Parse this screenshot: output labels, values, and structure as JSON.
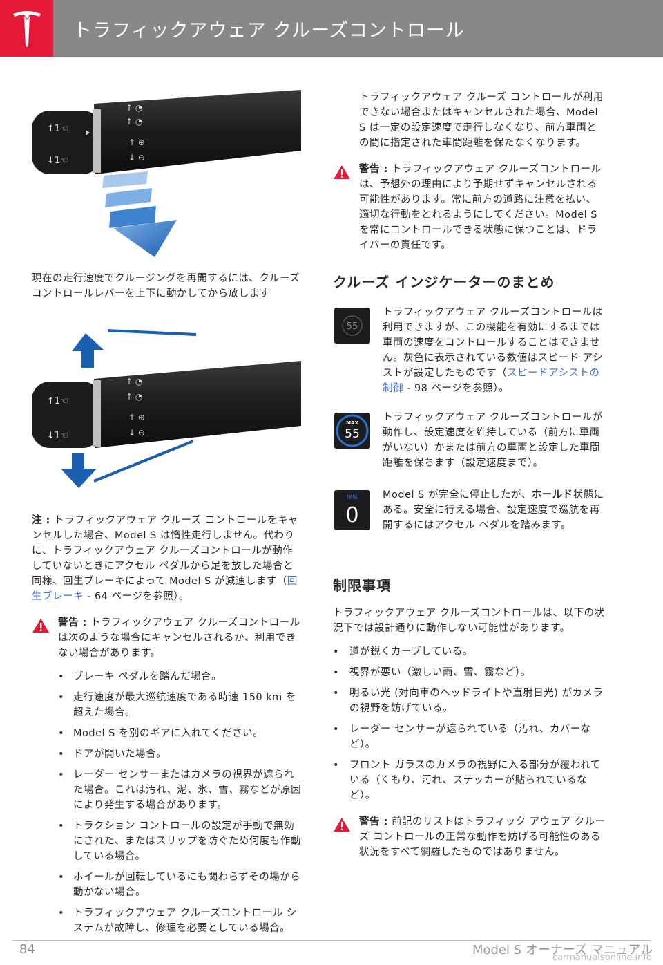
{
  "header": {
    "title": "トラフィックアウェア クルーズコントロール"
  },
  "left": {
    "caption1": "現在の走行速度でクルージングを再開するには、クルーズコントロールレバーを上下に動かしてから放します",
    "note_label": "注 :",
    "note_pre": " トラフィックアウェア クルーズ コントロールをキャンセルした場合、Model S は惰性走行しません。代わりに、トラフィックアウェア クルーズコントロールが動作していないときにアクセル ペダルから足を放した場合と同様、回生ブレーキによって Model S が減速します（",
    "note_link": "回生ブレーキ",
    "note_post": " - 64 ページを参照）。",
    "warning_label": "警告 :",
    "warning_text": " トラフィックアウェア クルーズコントロールは次のような場合にキャンセルされるか、利用できない場合があります。",
    "bullets": [
      "ブレーキ ペダルを踏んだ場合。",
      "走行速度が最大巡航速度である時速 150 km を超えた場合。",
      "Model S を別のギアに入れてください。",
      "ドアが開いた場合。",
      "レーダー センサーまたはカメラの視界が遮られた場合。これは汚れ、泥、氷、雪、霧などが原因により発生する場合があります。",
      "トラクション コントロールの設定が手動で無効にされた、またはスリップを防ぐため何度も作動している場合。",
      "ホイールが回転しているにも関わらずその場から動かない場合。",
      "トラフィックアウェア クルーズコントロール システムが故障し、修理を必要としている場合。"
    ]
  },
  "right": {
    "para1": "トラフィックアウェア クルーズ コントロールが利用できない場合またはキャンセルされた場合、Model S は一定の設定速度で走行しなくなり、前方車両との間に指定された車間距離を保たなくなります。",
    "warning1_label": "警告 :",
    "warning1_text": " トラフィックアウェア クルーズコントロールは、予想外の理由により予期せずキャンセルされる可能性があります。常に前方の道路に注意を払い、適切な行動をとれるようにしてください。Model S を常にコントロールできる状態に保つことは、ドライバーの責任です。",
    "section1_title": "クルーズ インジケーターのまとめ",
    "indicators": [
      {
        "value": "55",
        "text_pre": "トラフィックアウェア クルーズコントロールは利用できますが、この機能を有効にするまでは車両の速度をコントロールすることはできません。灰色に表示されている数値はスピード アシストが設定したものです（",
        "link": "スピードアシストの制御",
        "text_post": " - 98 ページを参照）。"
      },
      {
        "top_label": "MAX",
        "value": "55",
        "text": "トラフィックアウェア クルーズコントロールが動作し、設定速度を維持している（前方に車両がいない）かまたは前方の車両と設定した車間距離を保ちます（設定速度まで）。"
      },
      {
        "top_label": "保留",
        "value": "0",
        "text_pre": "Model S が完全に停止したが、",
        "bold": "ホールド",
        "text_post": "状態にある。安全に行える場合、設定速度で巡航を再開するにはアクセル ペダルを踏みます。"
      }
    ],
    "section2_title": "制限事項",
    "para2": "トラフィックアウェア クルーズコントロールは、以下の状況下では設計通りに動作しない可能性があります。",
    "bullets": [
      "道が鋭くカーブしている。",
      "視界が悪い（激しい雨、雪、霧など）。",
      "明るい光 (対向車のヘッドライトや直射日光) がカメラの視野を妨げている。",
      "レーダー センサーが遮られている（汚れ、カバーなど）。",
      "フロント ガラスのカメラの視野に入る部分が覆われている（くもり、汚れ、ステッカーが貼られているなど）。"
    ],
    "warning2_label": "警告 :",
    "warning2_text": " 前記のリストはトラフィック アウェア クルーズ コントロールの正常な動作を妨げる可能性のある状況をすべて網羅したものではありません。"
  },
  "footer": {
    "page_number": "84",
    "manual_title": "Model S オーナーズ マニュアル",
    "watermark": "carmanualsonline.info"
  },
  "colors": {
    "tesla_red": "#e31937",
    "header_gray": "#888888",
    "arrow_blue": "#1a5fb0",
    "indicator_ring": "#2a6fd4",
    "link_blue": "#3a6fd8"
  }
}
